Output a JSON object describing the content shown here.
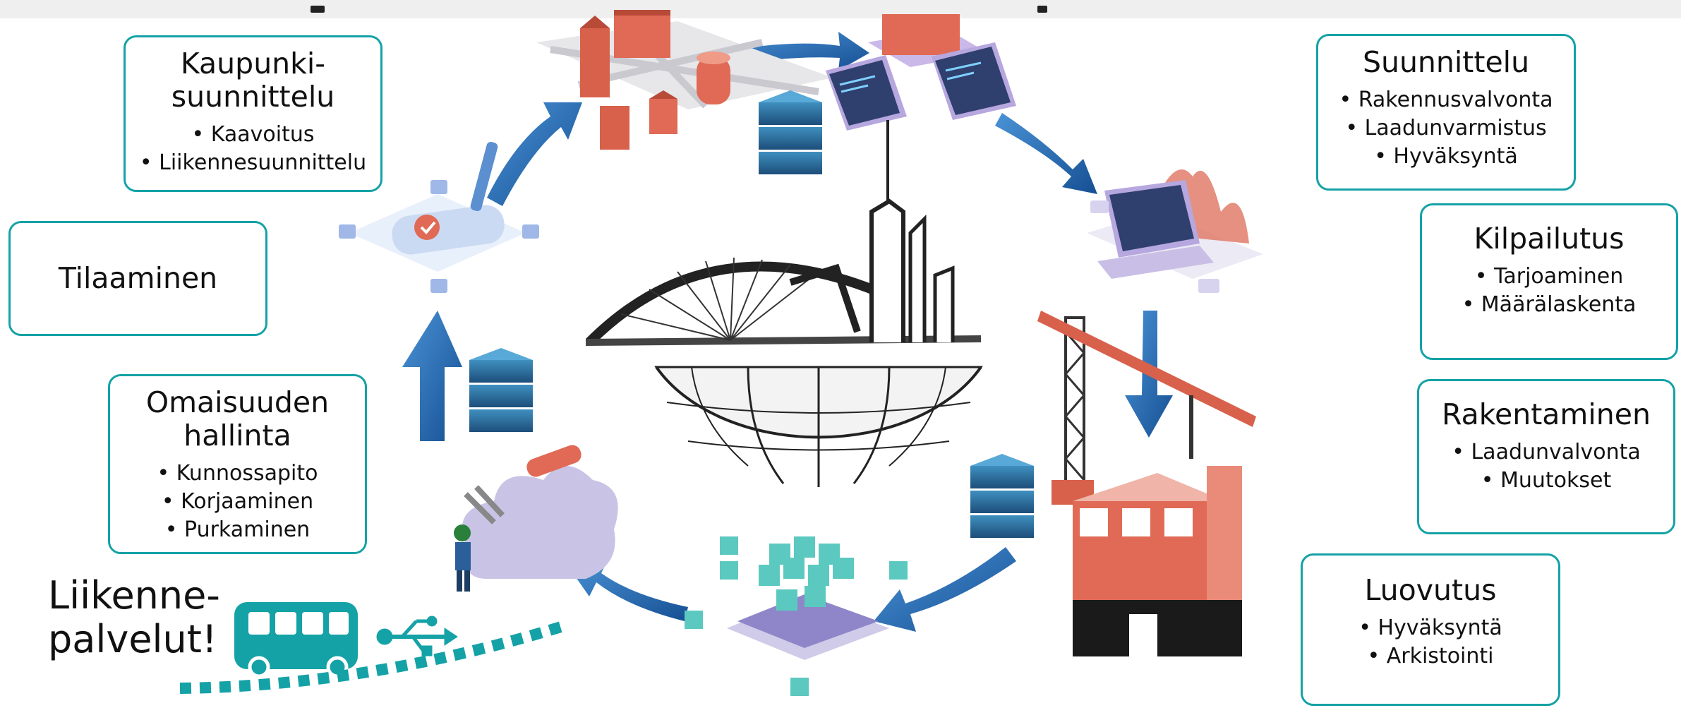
{
  "panels": {
    "kaupunkisuunnittelu": {
      "title_line1": "Kaupunki-",
      "title_line2": "suunnittelu",
      "items": [
        "Kaavoitus",
        "Liikennesuunnittelu"
      ]
    },
    "tilaaminen": {
      "title": "Tilaaminen"
    },
    "omaisuudenhallinta": {
      "title_line1": "Omaisuuden",
      "title_line2": "hallinta",
      "items": [
        "Kunnossapito",
        "Korjaaminen",
        "Purkaminen"
      ]
    },
    "suunnittelu": {
      "title": "Suunnittelu",
      "items": [
        "Rakennusvalvonta",
        "Laadunvarmistus",
        "Hyväksyntä"
      ]
    },
    "kilpailutus": {
      "title": "Kilpailutus",
      "items": [
        "Tarjoaminen",
        "Määrälaskenta"
      ]
    },
    "rakentaminen": {
      "title": "Rakentaminen",
      "items": [
        "Laadunvalvonta",
        "Muutokset"
      ]
    },
    "luovutus": {
      "title": "Luovutus",
      "items": [
        "Hyväksyntä",
        "Arkistointi"
      ]
    }
  },
  "liikennepalvelut": {
    "line1": "Liikenne-",
    "line2": "palvelut!"
  },
  "icons": [
    "buildings-icon",
    "laptops-icon",
    "server-stack-icon",
    "laptop-chart-icon",
    "crane-building-icon",
    "data-cubes-icon",
    "cloud-maintenance-icon",
    "document-sign-icon",
    "globe-bridge-icon",
    "bus-icon",
    "usb-icon"
  ],
  "colors": {
    "panel_border": "#14a2a6",
    "arrow": "#1f5fa8",
    "arrow_light": "#3f86cc",
    "server": "#2a6fa0",
    "building": "#e06a55",
    "cube": "#5cc9c0",
    "bus": "#14a2a6",
    "topbar": "#efefef"
  }
}
